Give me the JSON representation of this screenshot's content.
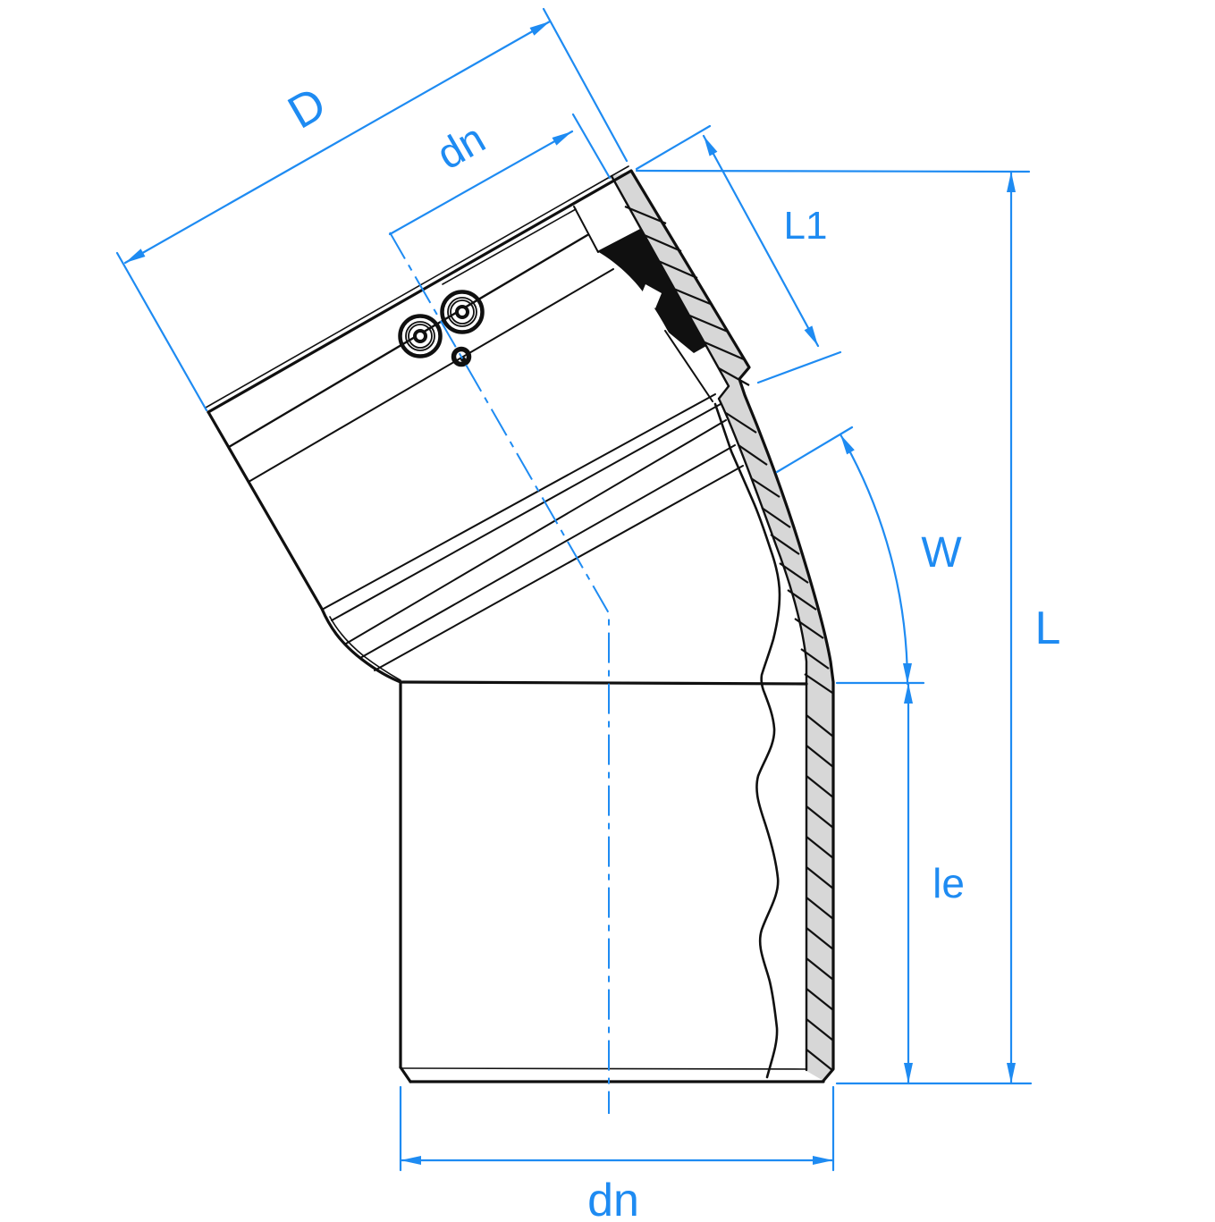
{
  "drawing": {
    "type": "technical-dimension-diagram",
    "subject": "30-degree electrofusion pipe elbow cross-section"
  },
  "labels": {
    "D": "D",
    "dn_top": "dn",
    "L1": "L1",
    "W": "W",
    "L": "L",
    "le": "le",
    "dn_bottom": "dn"
  },
  "colors": {
    "dimension_blue": "#1E8BF2",
    "line_black": "#101010",
    "hatch_gray": "#D7D7D7",
    "background": "#FFFFFF"
  }
}
